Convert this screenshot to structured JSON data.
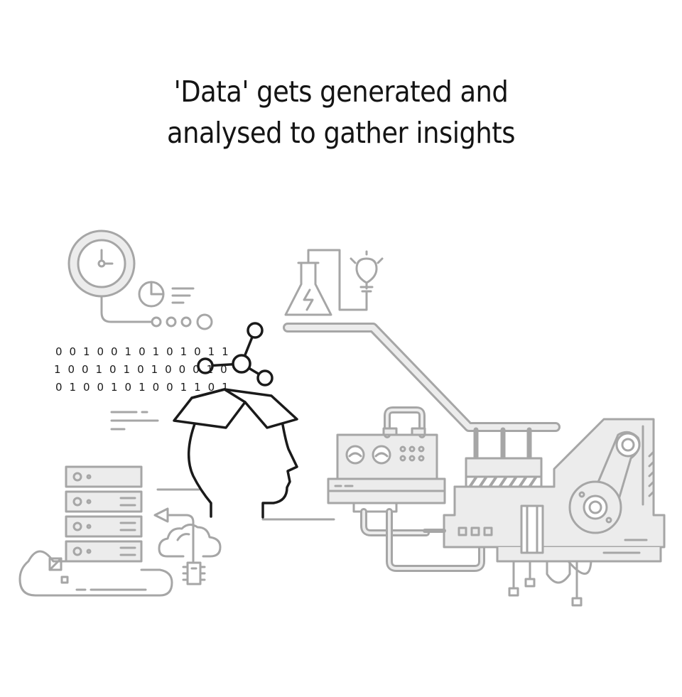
{
  "header": {
    "title_line1": "'Data' gets generated and",
    "title_line2": "analysed to gather insights"
  },
  "binary": {
    "row1": "0 0 1 0 0 1 0 1 0 1 0 1 1",
    "row2": "1 0 0 1 0 1 0 1 0 0 0 1 0",
    "row3": "0 1 0 0 1 0 1 0 0 1 1 0 1"
  },
  "icons": {
    "clock": "clock-icon",
    "pie": "pie-chart-icon",
    "flask": "flask-icon",
    "bulb": "light-bulb-icon",
    "head": "head-with-open-box-icon",
    "network": "network-node-icon",
    "servers": "server-rack-icon",
    "cloud": "cloud-icon",
    "chip": "microchip-icon",
    "machine": "industrial-machine-icon"
  },
  "colors": {
    "title": "#141414",
    "outline_dark": "#1a1a1a",
    "outline_grey": "#a6a6a6",
    "fill_light": "#ececec"
  }
}
